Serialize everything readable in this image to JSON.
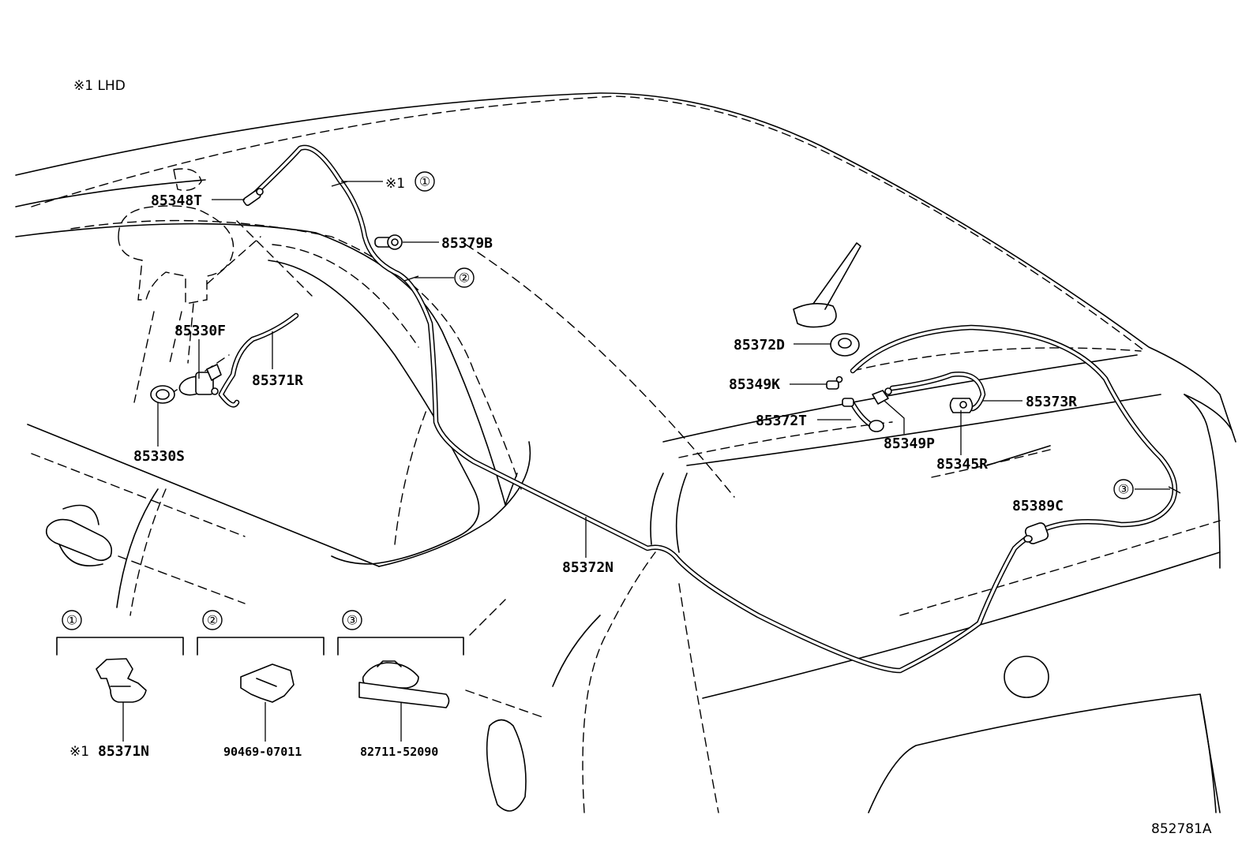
{
  "header_note": "※1 LHD",
  "diagram_id": "852781A",
  "callouts": {
    "c1": "①",
    "c2": "②",
    "c3": "③",
    "note_marker": "※1"
  },
  "parts": {
    "p85348T": "85348T",
    "p85379B": "85379B",
    "p85330F": "85330F",
    "p85371R": "85371R",
    "p85330S": "85330S",
    "p85372N": "85372N",
    "p85372D": "85372D",
    "p85349K": "85349K",
    "p85372T": "85372T",
    "p85349P": "85349P",
    "p85373R": "85373R",
    "p85345R": "85345R",
    "p85389C": "85389C"
  },
  "detail_boxes": [
    {
      "callout": "①",
      "marker": "※1",
      "part": "85371N"
    },
    {
      "callout": "②",
      "part": "90469-07011"
    },
    {
      "callout": "③",
      "part": "82711-52090"
    }
  ]
}
